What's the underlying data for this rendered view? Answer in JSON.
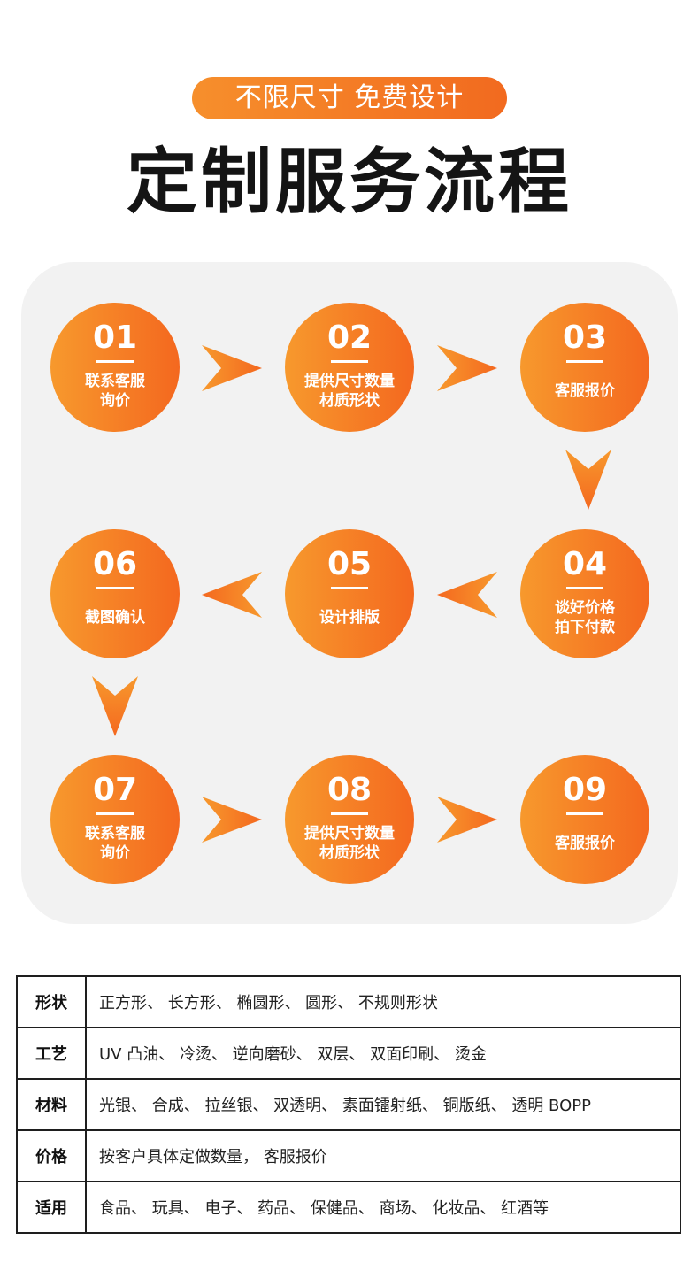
{
  "header": {
    "tagline": "不限尺寸 免费设计",
    "title": "定制服务流程"
  },
  "colors": {
    "accent_start": "#f7992d",
    "accent_end": "#f4681f",
    "panel_bg": "#f2f2f2"
  },
  "steps": [
    {
      "num": "01",
      "lines": [
        "联系客服",
        "询价"
      ]
    },
    {
      "num": "02",
      "lines": [
        "提供尺寸数量",
        "材质形状"
      ]
    },
    {
      "num": "03",
      "lines": [
        "客服报价"
      ]
    },
    {
      "num": "04",
      "lines": [
        "谈好价格",
        "拍下付款"
      ]
    },
    {
      "num": "05",
      "lines": [
        "设计排版"
      ]
    },
    {
      "num": "06",
      "lines": [
        "截图确认"
      ]
    },
    {
      "num": "07",
      "lines": [
        "联系客服",
        "询价"
      ]
    },
    {
      "num": "08",
      "lines": [
        "提供尺寸数量",
        "材质形状"
      ]
    },
    {
      "num": "09",
      "lines": [
        "客服报价"
      ]
    }
  ],
  "specs": [
    {
      "key": "形状",
      "value": "正方形、 长方形、 椭圆形、 圆形、 不规则形状"
    },
    {
      "key": "工艺",
      "value": "UV 凸油、 冷烫、 逆向磨砂、 双层、 双面印刷、 烫金"
    },
    {
      "key": "材料",
      "value": "光银、 合成、 拉丝银、 双透明、 素面镭射纸、 铜版纸、 透明 BOPP"
    },
    {
      "key": "价格",
      "value": "按客户具体定做数量， 客服报价"
    },
    {
      "key": "适用",
      "value": "食品、 玩具、 电子、 药品、 保健品、 商场、 化妆品、 红酒等"
    }
  ]
}
